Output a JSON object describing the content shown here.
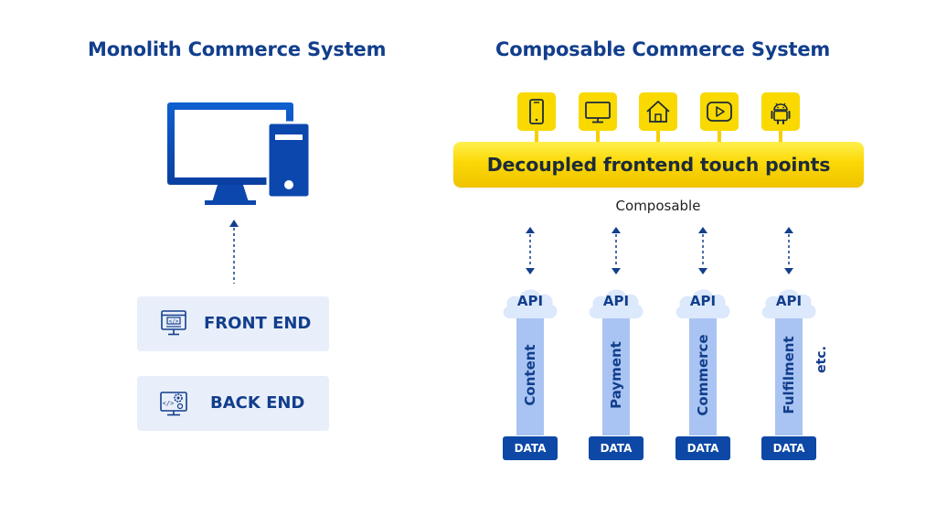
{
  "monolith": {
    "title": "Monolith Commerce System",
    "layers": [
      {
        "label": "FRONT END",
        "icon": "code-window-icon"
      },
      {
        "label": "BACK END",
        "icon": "code-gear-window-icon"
      }
    ]
  },
  "composable": {
    "title": "Composable Commerce System",
    "touchpoints": [
      {
        "icon": "smartphone-icon"
      },
      {
        "icon": "monitor-icon"
      },
      {
        "icon": "home-icon"
      },
      {
        "icon": "video-play-icon"
      },
      {
        "icon": "android-icon"
      }
    ],
    "frontend_bar": "Decoupled frontend touch points",
    "connector_label": "Composable",
    "services": [
      {
        "api": "API",
        "name": "Content",
        "data": "DATA"
      },
      {
        "api": "API",
        "name": "Payment",
        "data": "DATA"
      },
      {
        "api": "API",
        "name": "Commerce",
        "data": "DATA"
      },
      {
        "api": "API",
        "name": "Fulfilment",
        "data": "DATA"
      }
    ],
    "etc": "etc."
  },
  "colors": {
    "navy": "#123e8c",
    "blue": "#0d48a6",
    "light_blue": "#a9c4f3",
    "pale_blue": "#e9effa",
    "yellow": "#f9d900"
  }
}
